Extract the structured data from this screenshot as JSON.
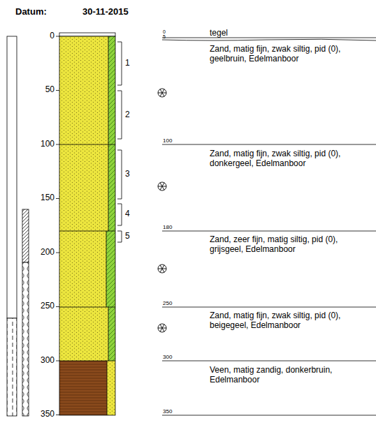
{
  "diagram": {
    "labels": [
      "Datum:",
      "30-11-2015",
      "0",
      "50",
      "100",
      "150",
      "200",
      "250",
      "300",
      "350",
      "1",
      "2",
      "3",
      "4",
      "5",
      "0",
      "5",
      "tegel",
      "Zand, matig fijn, zwak siltig, pid (0), geelbruin, Edelmanboor",
      "100",
      "Zand, matig fijn, zwak siltig, pid (0), donkergeel, Edelmanboor",
      "180",
      "Zand, zeer fijn, matig siltig, pid (0), grijsgeel, Edelmanboor",
      "250",
      "Zand, matig fijn, zwak siltig, pid (0), beigegeel, Edelmanboor",
      "300",
      "Veen, matig zandig, donkerbruin, Edelmanboor",
      "350"
    ]
  }
}
